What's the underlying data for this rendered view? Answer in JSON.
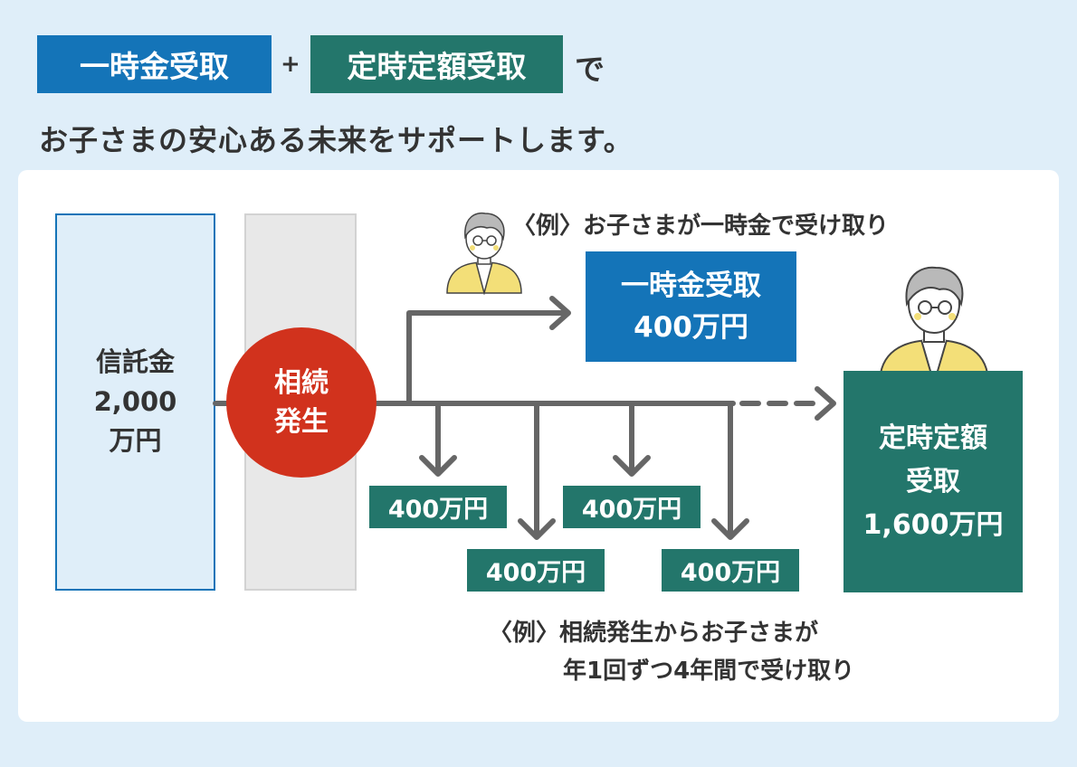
{
  "header": {
    "tag_lump": "一時金受取",
    "plus": "+",
    "tag_fixed": "定時定額受取",
    "de": "で",
    "subtitle": "お子さまの安心ある未来をサポートします。"
  },
  "trust": {
    "label": "信託金",
    "amount": "2,000",
    "unit": "万円"
  },
  "event": {
    "line1": "相続",
    "line2": "発生"
  },
  "example_top": "〈例〉お子さまが一時金で受け取り",
  "lump_box": {
    "line1": "一時金受取",
    "line2": "400万円"
  },
  "fixed_box": {
    "line1": "定時定額",
    "line2": "受取",
    "line3": "1,600万円"
  },
  "payments": [
    "400万円",
    "400万円",
    "400万円",
    "400万円"
  ],
  "example_bottom": {
    "line1": "〈例〉相続発生からお子さまが",
    "line2": "年1回ずつ4年間で受け取り"
  },
  "colors": {
    "blue": "#1474b8",
    "green": "#23766b",
    "red": "#d1321d",
    "arrow": "#666666",
    "background": "#dfeef9"
  }
}
